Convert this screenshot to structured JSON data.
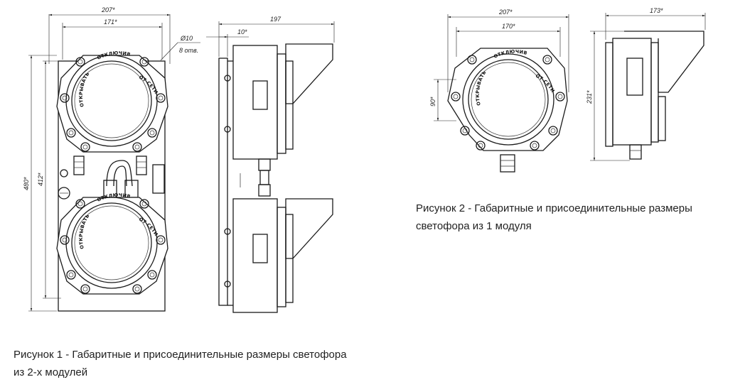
{
  "figures": [
    {
      "caption_line1": "Рисунок 1 - Габаритные и присоединительные размеры светофора",
      "caption_line2": "из 2-х модулей",
      "dimensions": {
        "overall_width": "207*",
        "mount_width": "171*",
        "hole_dia": "Ø10",
        "hole_count": "8 отв.",
        "overall_height": "480*",
        "mount_height": "412*",
        "side_depth": "197",
        "side_offset": "10*"
      },
      "ring_text": {
        "left": "ОТКРЫВАТЬ",
        "top": "ОТКЛЮЧИВ",
        "right": "ОТ СЕТИ"
      }
    },
    {
      "caption_line1": "Рисунок 2 - Габаритные и присоединительные размеры",
      "caption_line2": "светофора из 1 модуля",
      "dimensions": {
        "overall_width": "207*",
        "mount_width": "170*",
        "mount_height": "90*",
        "side_depth": "173*",
        "side_height": "231*"
      }
    }
  ]
}
